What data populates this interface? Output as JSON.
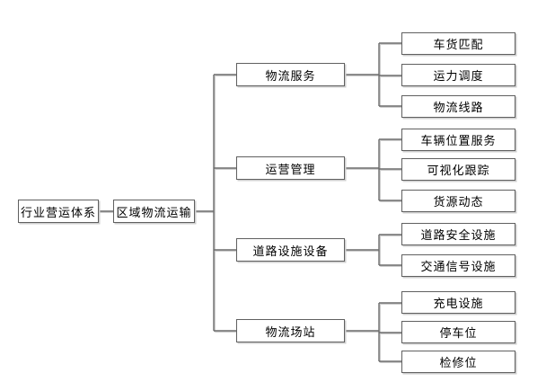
{
  "diagram": {
    "type": "tree-flowchart",
    "orientation": "left-to-right",
    "colors": {
      "background": "#ffffff",
      "node_fill": "#ffffff",
      "node_border": "#606060",
      "line": "#6b6b6b",
      "line_shadow": "#cfcfcf",
      "text": "#000000"
    },
    "root": {
      "label": "行业营运体系"
    },
    "hub": {
      "label": "区域物流运输"
    },
    "branches": [
      {
        "label": "物流服务",
        "children": [
          {
            "label": "车货匹配"
          },
          {
            "label": "运力调度"
          },
          {
            "label": "物流线路"
          }
        ]
      },
      {
        "label": "运营管理",
        "children": [
          {
            "label": "车辆位置服务"
          },
          {
            "label": "可视化跟踪"
          },
          {
            "label": "货源动态"
          }
        ]
      },
      {
        "label": "道路设施设备",
        "children": [
          {
            "label": "道路安全设施"
          },
          {
            "label": "交通信号设施"
          }
        ]
      },
      {
        "label": "物流场站",
        "children": [
          {
            "label": "充电设施"
          },
          {
            "label": "停车位"
          },
          {
            "label": "检修位"
          }
        ]
      }
    ]
  }
}
